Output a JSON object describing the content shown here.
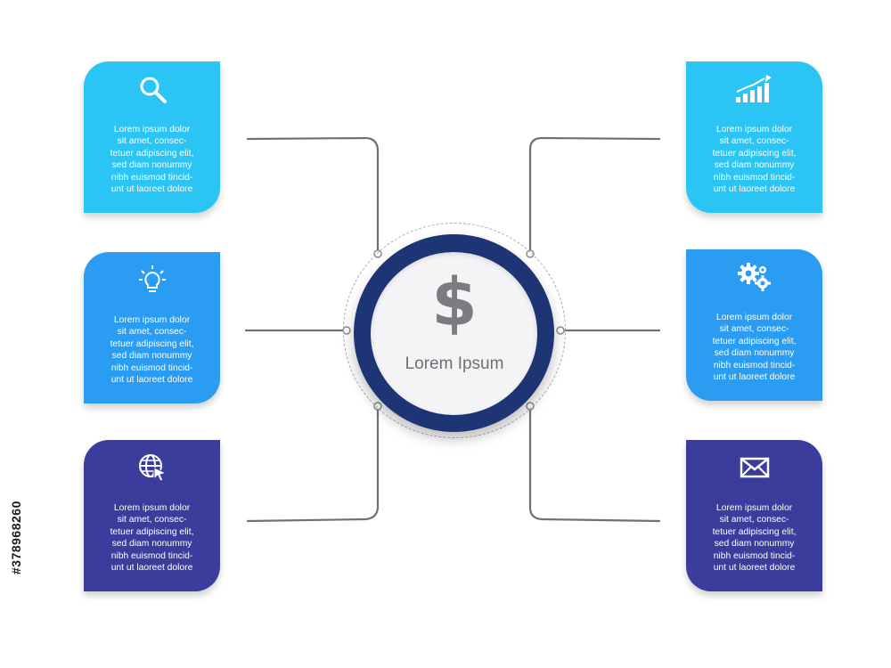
{
  "center": {
    "symbol": "$",
    "title": "Lorem Ipsum"
  },
  "cards": [
    {
      "icon": "search-icon",
      "color": "#2ac4f5",
      "lines": [
        "Lorem ipsum dolor",
        "sit amet, consec-",
        "tetuer adipiscing elit,",
        "sed diam nonummy",
        "nibh euismod tincid-",
        "unt ut laoreet dolore"
      ]
    },
    {
      "icon": "lightbulb-icon",
      "color": "#2a9cf1",
      "lines": [
        "Lorem ipsum dolor",
        "sit amet, consec-",
        "tetuer adipiscing elit,",
        "sed diam nonummy",
        "nibh euismod tincid-",
        "unt ut laoreet dolore"
      ]
    },
    {
      "icon": "web-cursor-icon",
      "color": "#3a3d9c",
      "lines": [
        "Lorem ipsum dolor",
        "sit amet, consec-",
        "tetuer adipiscing elit,",
        "sed diam nonummy",
        "nibh euismod tincid-",
        "unt ut laoreet dolore"
      ]
    },
    {
      "icon": "growth-chart-icon",
      "color": "#2ac4f5",
      "lines": [
        "Lorem ipsum dolor",
        "sit amet, consec-",
        "tetuer adipiscing elit,",
        "sed diam nonummy",
        "nibh euismod tincid-",
        "unt ut laoreet dolore"
      ]
    },
    {
      "icon": "gears-icon",
      "color": "#2a9cf1",
      "lines": [
        "Lorem ipsum dolor",
        "sit amet, consec-",
        "tetuer adipiscing elit,",
        "sed diam nonummy",
        "nibh euismod tincid-",
        "unt ut laoreet dolore"
      ]
    },
    {
      "icon": "envelope-icon",
      "color": "#3a3d9c",
      "lines": [
        "Lorem ipsum dolor",
        "sit amet, consec-",
        "tetuer adipiscing elit,",
        "sed diam nonummy",
        "nibh euismod tincid-",
        "unt ut laoreet dolore"
      ]
    }
  ],
  "watermark": {
    "id_text": "#378968260"
  }
}
